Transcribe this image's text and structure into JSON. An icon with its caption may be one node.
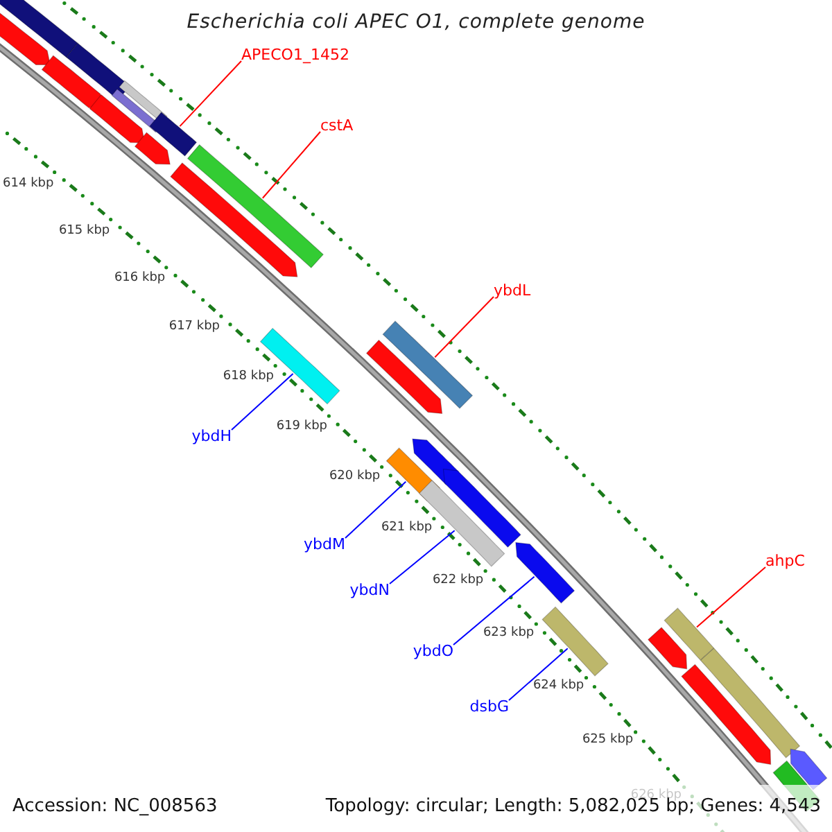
{
  "diagram": {
    "title": "Escherichia coli APEC O1, complete genome",
    "nodes": [
      {
        "text": [
          "APECO1_1452"
        ]
      },
      {
        "text": [],
        "shape": "bar"
      },
      {
        "text": [
          "cstA"
        ]
      },
      {
        "text": [],
        "shape": "bar"
      },
      {
        "text": [
          "ybdL"
        ]
      },
      {
        "text": [],
        "shape": "bar"
      },
      {
        "text": [
          "ybdH"
        ]
      },
      {
        "text": [],
        "shape": "bar"
      },
      {
        "text": [
          "ybdM"
        ]
      },
      {
        "text": [],
        "shape": "bar"
      },
      {
        "text": [
          "ybdN"
        ]
      },
      {
        "text": [],
        "shape": "bar"
      },
      {
        "text": [
          "ybdO"
        ]
      },
      {
        "text": [],
        "shape": "bar"
      },
      {
        "text": [
          "dsbG"
        ]
      },
      {
        "text": [],
        "shape": "bar"
      },
      {
        "text": [
          "ahpC"
        ]
      },
      {
        "text": [],
        "shape": "bar"
      }
    ],
    "edges": [
      {
        "from": 0,
        "to": 1,
        "arrow": "none",
        "color": "#ff0000"
      },
      {
        "from": 2,
        "to": 3,
        "arrow": "none",
        "color": "#ff0000"
      },
      {
        "from": 4,
        "to": 5,
        "arrow": "none",
        "color": "#ff0000"
      },
      {
        "from": 6,
        "to": 7,
        "arrow": "none"
      },
      {
        "from": 8,
        "to": 9,
        "arrow": "none"
      },
      {
        "from": 10,
        "to": 11,
        "arrow": "none"
      },
      {
        "from": 12,
        "to": 13,
        "arrow": "none"
      },
      {
        "from": 14,
        "to": 15,
        "arrow": "none"
      },
      {
        "from": 16,
        "to": 17,
        "arrow": "none",
        "color": "#ff0000"
      }
    ],
    "labels": [
      "614 kbp",
      "615 kbp",
      "616 kbp",
      "617 kbp",
      "618 kbp",
      "619 kbp",
      "620 kbp",
      "621 kbp",
      "622 kbp",
      "623 kbp",
      "624 kbp",
      "625 kbp",
      "626 kbp",
      "Accession: NC_008563",
      "Topology: circular; Length: 5,082,025 bp; Genes: 4,543"
    ]
  }
}
